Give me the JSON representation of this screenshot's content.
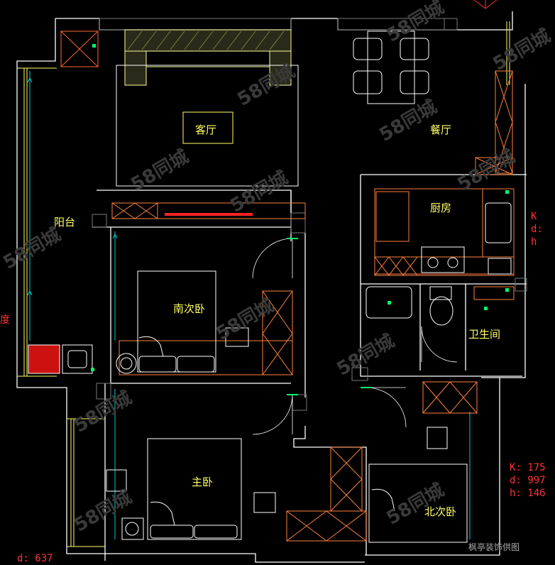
{
  "rooms": {
    "living_room": "客厅",
    "dining_room": "餐厅",
    "balcony": "阳台",
    "kitchen": "厨房",
    "south_bedroom": "南次卧",
    "bathroom": "卫生间",
    "master_bedroom": "主卧",
    "north_bedroom": "北次卧"
  },
  "annotations": {
    "right_top": [
      "K",
      "d:",
      "h"
    ],
    "right_bottom": [
      "K: 175",
      "d: 997",
      "h: 146"
    ],
    "left_mid": "度",
    "bottom_left": "d: 637"
  },
  "watermark": "58同城",
  "credit": "枫亭装饰供图",
  "colors": {
    "wall": "#ffffff",
    "furniture": "#ff8040",
    "text": "#ffff66",
    "annotation": "#ff3333",
    "window": "#00ffff",
    "door": "#00ff00"
  }
}
